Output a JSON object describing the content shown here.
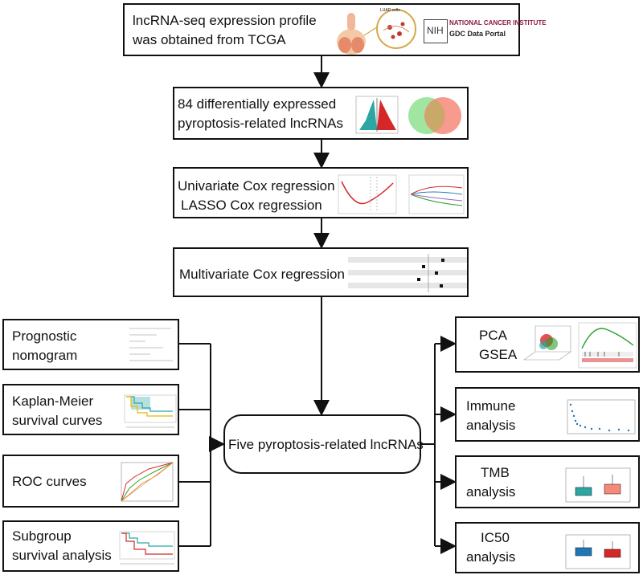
{
  "top": {
    "line1": "lncRNA-seq expression profile",
    "line2": "was obtained from TCGA",
    "thumb_label": "LUAD cells",
    "nih": "NIH",
    "nci": "NATIONAL CANCER INSTITUTE",
    "gdc": "GDC Data Portal"
  },
  "step2": {
    "line1": "84  differentially expressed",
    "line2": "pyroptosis-related lncRNAs"
  },
  "step3": {
    "line1": "Univariate Cox regression",
    "line2": "LASSO Cox regression"
  },
  "step4": {
    "line1": "Multivariate Cox regression"
  },
  "center": {
    "label": "Five pyroptosis-related lncRNAs"
  },
  "left": [
    {
      "line1": "Prognostic",
      "line2": "nomogram"
    },
    {
      "line1": "Kaplan-Meier",
      "line2": "survival curves"
    },
    {
      "line1": "ROC curves",
      "line2": ""
    },
    {
      "line1": "Subgroup",
      "line2": "survival analysis"
    }
  ],
  "right": [
    {
      "line1": "PCA",
      "line2": "GSEA"
    },
    {
      "line1": "Immune",
      "line2": "analysis"
    },
    {
      "line1": "TMB",
      "line2": "analysis"
    },
    {
      "line1": "IC50",
      "line2": "analysis"
    }
  ],
  "colors": {
    "border": "#111111",
    "red": "#d62728",
    "teal": "#2ca6a4",
    "green": "#8fe08f",
    "salmon": "#f58a7a",
    "nih_maroon": "#8b1e3f"
  }
}
